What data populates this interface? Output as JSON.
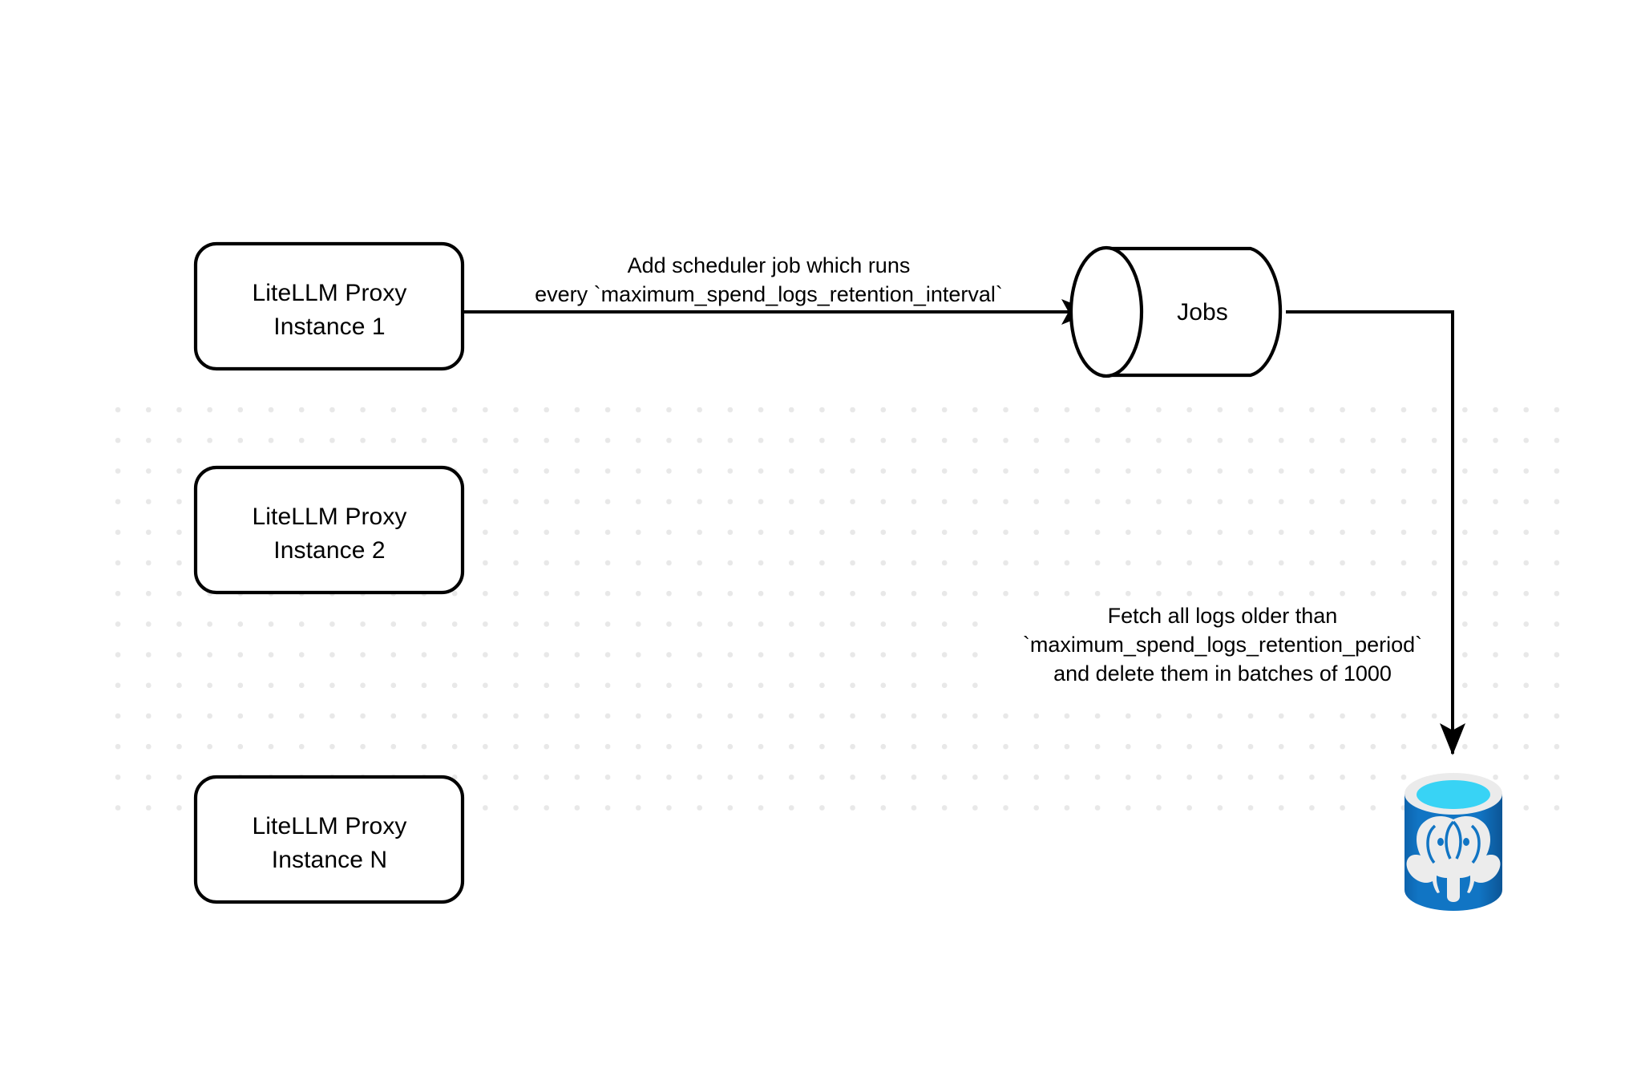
{
  "diagram": {
    "title": "LiteLLM Proxy spend logs retention scheduler flow",
    "background_color": "#ffffff",
    "grid_dot_color": "#e8e8e8",
    "stroke_color": "#000000",
    "nodes": [
      {
        "id": "proxy-1",
        "shape": "rounded-rect",
        "line1": "LiteLLM Proxy",
        "line2": "Instance 1"
      },
      {
        "id": "proxy-2",
        "shape": "rounded-rect",
        "line1": "LiteLLM Proxy",
        "line2": "Instance 2"
      },
      {
        "id": "proxy-n",
        "shape": "rounded-rect",
        "line1": "LiteLLM Proxy",
        "line2": "Instance N"
      },
      {
        "id": "jobs",
        "shape": "cylinder-horizontal",
        "label": "Jobs"
      },
      {
        "id": "postgres",
        "shape": "database-cylinder",
        "label": "",
        "icon": "postgresql-elephant-icon",
        "colors": {
          "body": "#1175c4",
          "body_dark": "#0d5fa5",
          "rim": "#ebebeb",
          "top_fill": "#38d3f5",
          "top_inner": "#0f84b5",
          "elephant": "#ececec"
        }
      }
    ],
    "edges": [
      {
        "id": "edge-scheduler",
        "from": "proxy-1",
        "to": "jobs",
        "label_line1": "Add scheduler job which runs",
        "label_line2": "every `maximum_spend_logs_retention_interval`"
      },
      {
        "id": "edge-delete-logs",
        "from": "jobs",
        "to": "postgres",
        "label_line1": "Fetch all logs older than",
        "label_line2": "`maximum_spend_logs_retention_period`",
        "label_line3": "and delete them in batches of 1000"
      }
    ]
  }
}
